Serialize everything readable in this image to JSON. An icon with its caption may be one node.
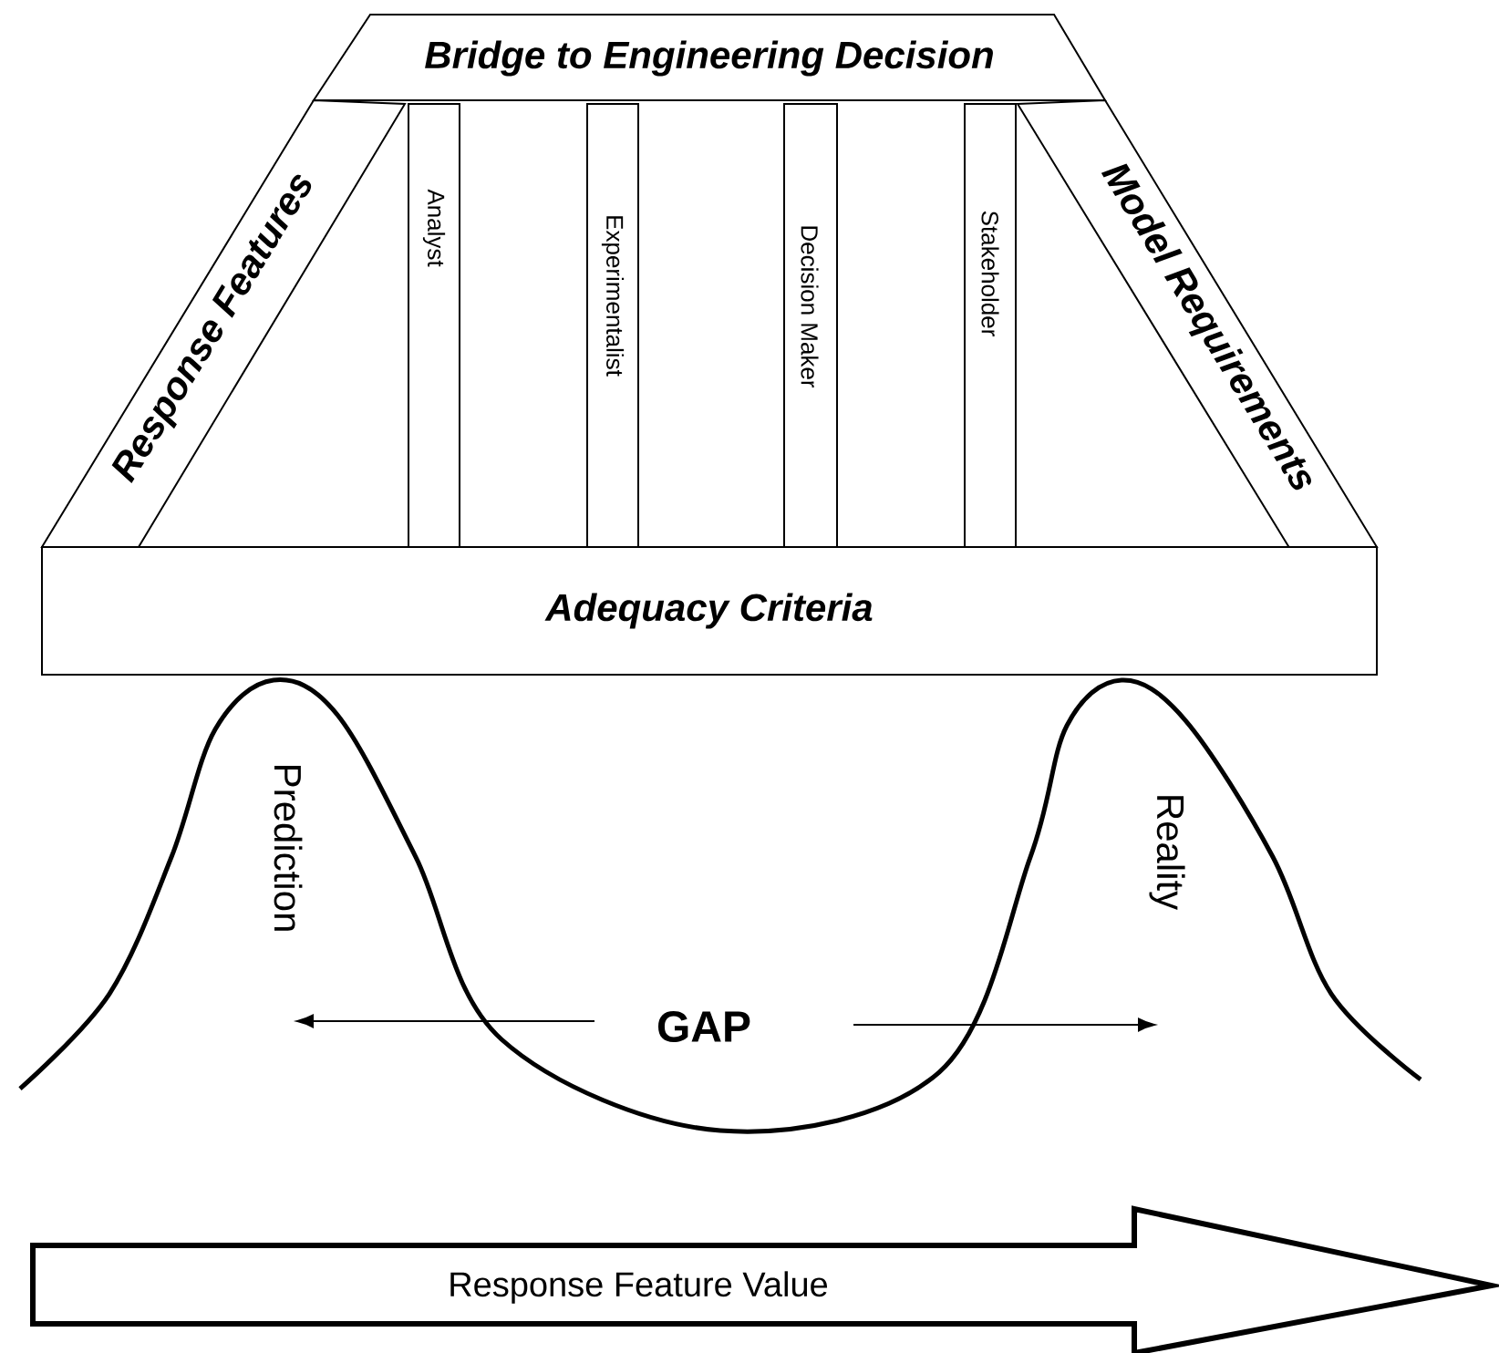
{
  "diagram": {
    "nodes": [
      {
        "text": [
          "Bridge to Engineering Decision"
        ]
      },
      {
        "text": [
          "Response Features"
        ]
      },
      {
        "text": [
          "Model Requirements"
        ]
      },
      {
        "text": [
          "Analyst"
        ]
      },
      {
        "text": [
          "Experimentalist"
        ]
      },
      {
        "text": [
          "Decision Maker"
        ]
      },
      {
        "text": [
          "Stakeholder"
        ]
      },
      {
        "text": [
          "Adequacy Criteria"
        ]
      },
      {
        "text": [
          "Response Feature Value"
        ]
      }
    ],
    "labels": [
      "Prediction",
      "Reality",
      "GAP"
    ]
  }
}
